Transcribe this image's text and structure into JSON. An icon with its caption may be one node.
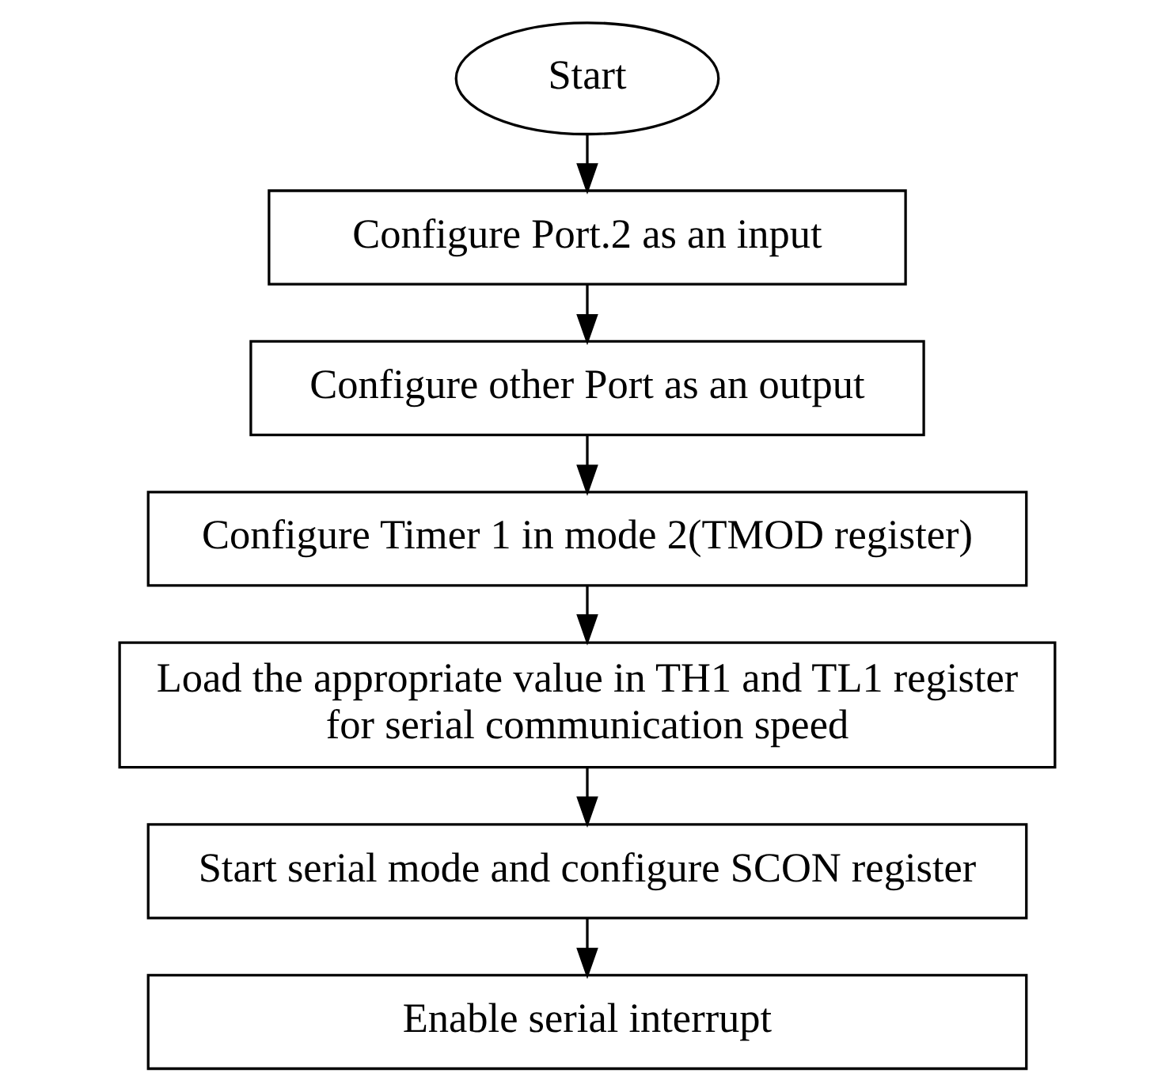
{
  "diagram": {
    "nodes": [
      {
        "text": [
          "Start"
        ]
      },
      {
        "text": [
          "Configure Port.2 as an input"
        ]
      },
      {
        "text": [
          "Configure other Port as an output"
        ]
      },
      {
        "text": [
          "Configure Timer 1 in mode 2(TMOD register)"
        ]
      },
      {
        "text": [
          "Load the appropriate value in TH1 and TL1 register for serial communication speed"
        ]
      },
      {
        "text": [
          "Start serial mode and configure SCON register"
        ]
      },
      {
        "text": [
          "Enable serial interrupt"
        ]
      }
    ],
    "edges": [
      {
        "from": 0,
        "to": 1,
        "arrow": "to"
      },
      {
        "from": 1,
        "to": 2,
        "arrow": "to"
      },
      {
        "from": 2,
        "to": 3,
        "arrow": "to"
      },
      {
        "from": 3,
        "to": 4,
        "arrow": "to"
      },
      {
        "from": 4,
        "to": 5,
        "arrow": "to"
      },
      {
        "from": 5,
        "to": 6,
        "arrow": "to"
      }
    ]
  }
}
